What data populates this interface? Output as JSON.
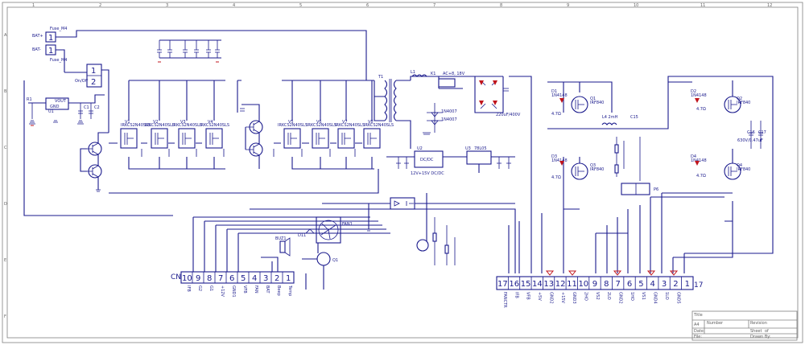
{
  "frame": {
    "cols": [
      "1",
      "2",
      "3",
      "4",
      "5",
      "6",
      "7",
      "8",
      "9",
      "10",
      "11",
      "12"
    ],
    "rows": [
      "A",
      "B",
      "C",
      "D",
      "E",
      "F"
    ]
  },
  "battery": {
    "bat1": "BAT+",
    "bat2": "BAT-",
    "pin1": "1",
    "pin2": "1",
    "fuse": "Fuse_M4",
    "fuse2": "Fuse_M4"
  },
  "onoff": {
    "label": "On/Off",
    "pin1": "1",
    "pin2": "2"
  },
  "regulator": {
    "ref": "U1",
    "part": "VOUT",
    "c1": "C1",
    "c2": "C2",
    "gnd": "GND",
    "r": "R1"
  },
  "mosfets_left": [
    {
      "ref": "V1",
      "part": "IRKCS2N40SLS"
    },
    {
      "ref": "V2",
      "part": "IRKCS2N40SLS"
    },
    {
      "ref": "V3",
      "part": "IRKCS2N40SLS"
    },
    {
      "ref": "V4",
      "part": "IRKCS2N40SLS"
    }
  ],
  "mosfets_right": [
    {
      "ref": "V5",
      "part": "IRKCS2N40SLS"
    },
    {
      "ref": "V6",
      "part": "IRKCS2N40SLS"
    },
    {
      "ref": "V7",
      "part": "IRKCS2N40SLS"
    },
    {
      "ref": "V8",
      "part": "IRKCS2N40SLS"
    }
  ],
  "transformer": {
    "ref": "T1",
    "l1": "L1",
    "k1": "K1",
    "label": "AC+8, 18V"
  },
  "bridge": {
    "cap": "220uF/400V"
  },
  "hbridge": {
    "q1": "Q1",
    "q2": "Q2",
    "q3": "Q3",
    "q4": "Q4",
    "part": "IRF840",
    "l": "L4 2mH",
    "c": "C15",
    "p6": "P6",
    "d1": "D1",
    "d2": "D2",
    "d3": "D3",
    "d4": "D4",
    "dpart": "1N4148",
    "r1": "4.7Ω",
    "r2": "4.7Ω",
    "r3": "4.7Ω",
    "r4": "4.7Ω",
    "c16": "C16",
    "c17": "C17",
    "cval": "630V/0.47uF"
  },
  "ics": {
    "u2": "U2",
    "u2p": "DC/DC",
    "u3": "U3",
    "u3p": "78L05",
    "u2v": "12V+15V DC/DC"
  },
  "fan": {
    "ref": "FAN1",
    "d": "D11",
    "q": "Q1",
    "buzzer": "BUZ1"
  },
  "cn2": {
    "label": "CN2",
    "pins": [
      "10",
      "9",
      "8",
      "7",
      "6",
      "5",
      "4",
      "3",
      "2",
      "1"
    ],
    "names": [
      "IFB",
      "G2",
      "G1",
      "+12V",
      "GND1",
      "VFB",
      "FAN",
      "BAT",
      "Beep",
      "Temp"
    ]
  },
  "p17": {
    "label": "17",
    "pins": [
      "17",
      "16",
      "15",
      "14",
      "13",
      "12",
      "11",
      "10",
      "9",
      "8",
      "7",
      "6",
      "5",
      "4",
      "3",
      "2",
      "1"
    ],
    "names": [
      "FANCTR",
      "IFB",
      "VFB",
      "+5V",
      "GND2",
      "+15V",
      "GND3",
      "2HO",
      "VS2",
      "2LO",
      "GND2",
      "1HO",
      "VS1",
      "GND4",
      "1LO",
      "GND5",
      ""
    ]
  },
  "title_block": {
    "title": "Title",
    "size": "A4",
    "number": "Number",
    "revision": "Revision",
    "date": "Date:",
    "file": "File:",
    "sheet": "Sheet",
    "of": "of",
    "drawn": "Drawn By:"
  }
}
